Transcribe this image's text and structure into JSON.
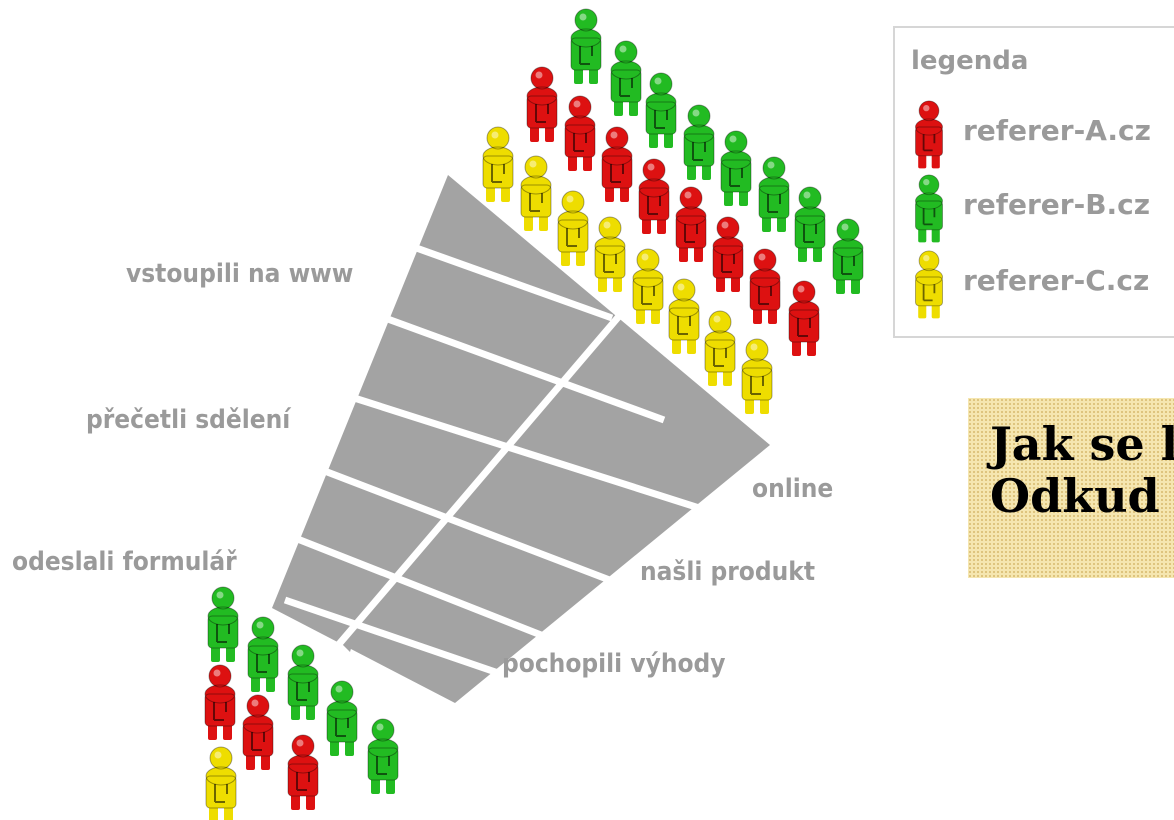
{
  "stages": {
    "entered": "vstoupili na www",
    "read_message": "přečetli sdělení",
    "sent_form": "odeslali formulář",
    "online": "online",
    "found_product": "našli produkt",
    "understood_benefits": "pochopili výhody"
  },
  "legend": {
    "title": "legenda",
    "items": [
      {
        "label": "referer-A.cz",
        "color": "#dd1111",
        "icon": "red-person-icon"
      },
      {
        "label": "referer-B.cz",
        "color": "#22bb22",
        "icon": "green-person-icon"
      },
      {
        "label": "referer-C.cz",
        "color": "#eedd00",
        "icon": "yellow-person-icon"
      }
    ]
  },
  "question": {
    "line1": "Jak se li",
    "line2": "Odkud"
  },
  "colors": {
    "A": "#dd1111",
    "B": "#22bb22",
    "C": "#eedd00",
    "funnel": "#a3a3a3",
    "label": "#9a9a9a"
  }
}
